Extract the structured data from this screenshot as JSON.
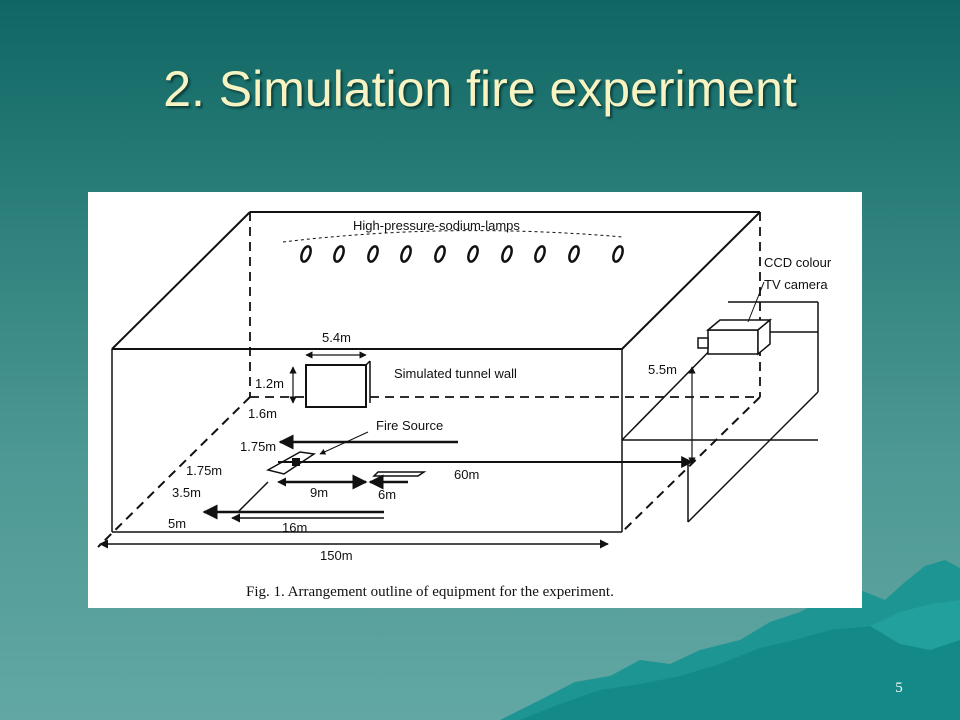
{
  "slide": {
    "title": "2. Simulation fire experiment",
    "page_number": "5"
  },
  "figure": {
    "lamps_label": "High-pressure-sodium-lamps",
    "camera_label_line1": "CCD colour",
    "camera_label_line2": "TV camera",
    "wall_label": "Simulated tunnel wall",
    "fire_source_label": "Fire Source",
    "dim_wall_width": "5.4m",
    "dim_wall_height": "1.2m",
    "dim_wall_offset": "1.6m",
    "dim_camera_height": "5.5m",
    "dim_175_upper": "1.75m",
    "dim_175_lower": "1.75m",
    "dim_35": "3.5m",
    "dim_5": "5m",
    "dim_9": "9m",
    "dim_6": "6m",
    "dim_16": "16m",
    "dim_60": "60m",
    "dim_150": "150m",
    "caption": "Fig. 1.  Arrangement outline of equipment for the experiment."
  },
  "colors": {
    "title_text": "#f7f3c2",
    "background_top": "#0f6663",
    "background_bottom": "#62a7a3",
    "mountain_fill": "#1f9d9a"
  }
}
